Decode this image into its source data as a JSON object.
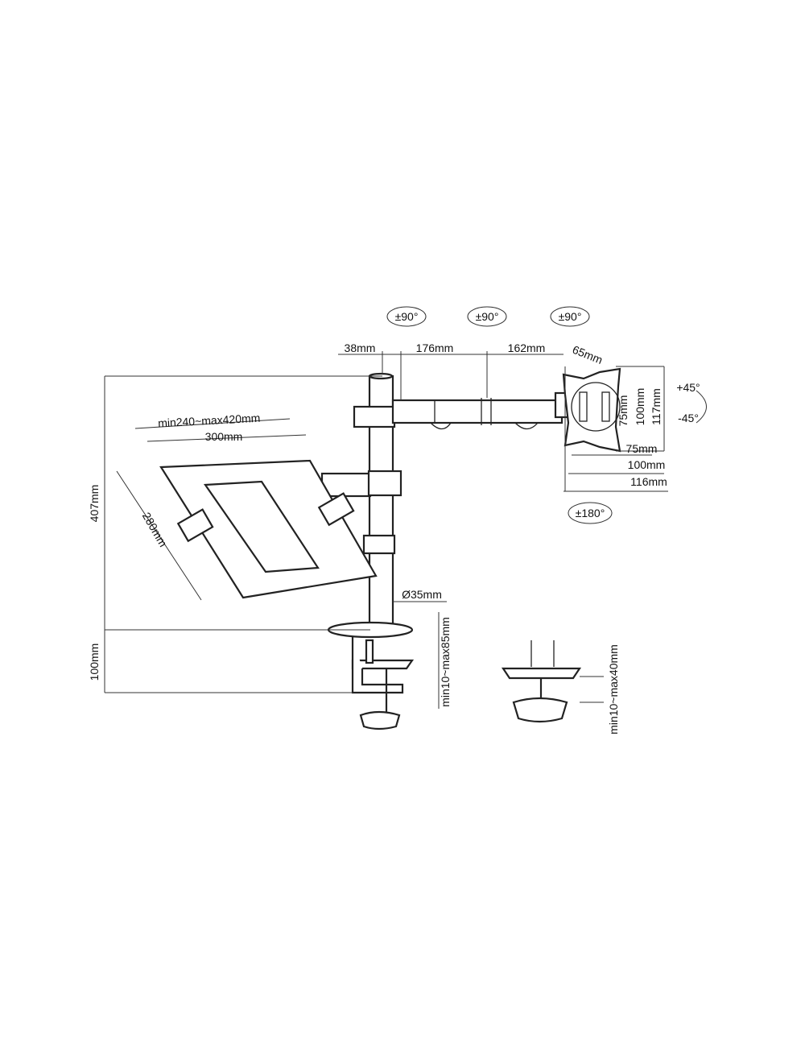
{
  "labels": {
    "rot_arm1": "±90°",
    "rot_arm2": "±90°",
    "rot_arm3": "±90°",
    "dim_38": "38mm",
    "dim_176": "176mm",
    "dim_162": "162mm",
    "dim_65": "65mm",
    "vesa_v75": "75mm",
    "vesa_v100": "100mm",
    "vesa_v117": "117mm",
    "tilt_up": "+45°",
    "tilt_down": "-45°",
    "vesa_h75": "75mm",
    "vesa_h100": "100mm",
    "vesa_h116": "116mm",
    "rot_180": "±180°",
    "tray_width_range": "min240~max420mm",
    "tray_300": "300mm",
    "tray_depth": "280mm",
    "height_407": "407mm",
    "pole_diameter": "Ø35mm",
    "clamp_100": "100mm",
    "clamp_range": "min10~max85mm",
    "grommet_range": "min10~max40mm"
  }
}
